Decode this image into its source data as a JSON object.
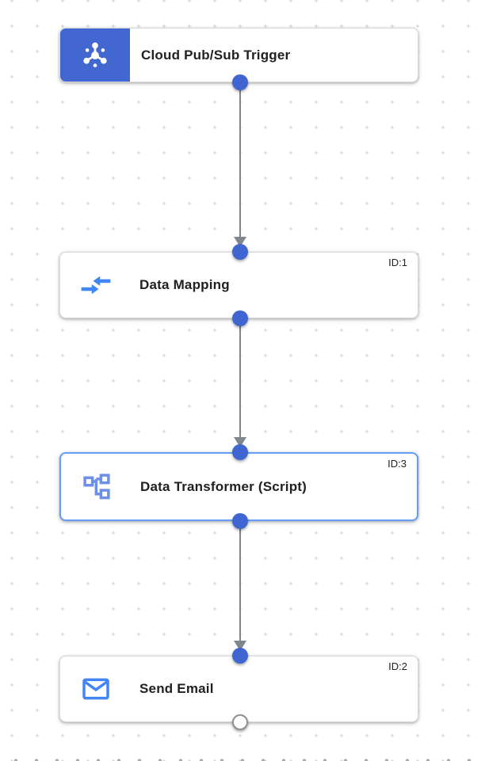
{
  "app": {
    "name": "integration-workflow-canvas"
  },
  "colors": {
    "canvas_bg": "#ffffff",
    "grid_dot": "#d8d8d8",
    "trigger_icon_bg": "#4267d1",
    "connector_dot": "#3f66d0",
    "open_connector_border": "#8d9297",
    "edge": "#80868b",
    "node_border": "#d9dade",
    "selected_node_border": "#669df6",
    "title_text": "#202124",
    "mapping_icon_blue": "#4285f4",
    "transformer_icon_blue": "#6e8fe8",
    "email_icon_blue": "#4285f4"
  },
  "nodes": [
    {
      "kind": "trigger",
      "title": "Cloud Pub/Sub Trigger",
      "id_label": "",
      "icon": "pubsub-icon",
      "selected": false
    },
    {
      "kind": "task",
      "title": "Data Mapping",
      "id_label": "ID:1",
      "icon": "data-mapping-icon",
      "selected": false
    },
    {
      "kind": "task",
      "title": "Data Transformer (Script)",
      "id_label": "ID:3",
      "icon": "data-transformer-icon",
      "selected": true
    },
    {
      "kind": "task",
      "title": "Send Email",
      "id_label": "ID:2",
      "icon": "send-email-icon",
      "selected": false
    }
  ],
  "edges": [
    {
      "from": "Cloud Pub/Sub Trigger",
      "to": "Data Mapping"
    },
    {
      "from": "Data Mapping",
      "to": "Data Transformer (Script)"
    },
    {
      "from": "Data Transformer (Script)",
      "to": "Send Email"
    }
  ]
}
